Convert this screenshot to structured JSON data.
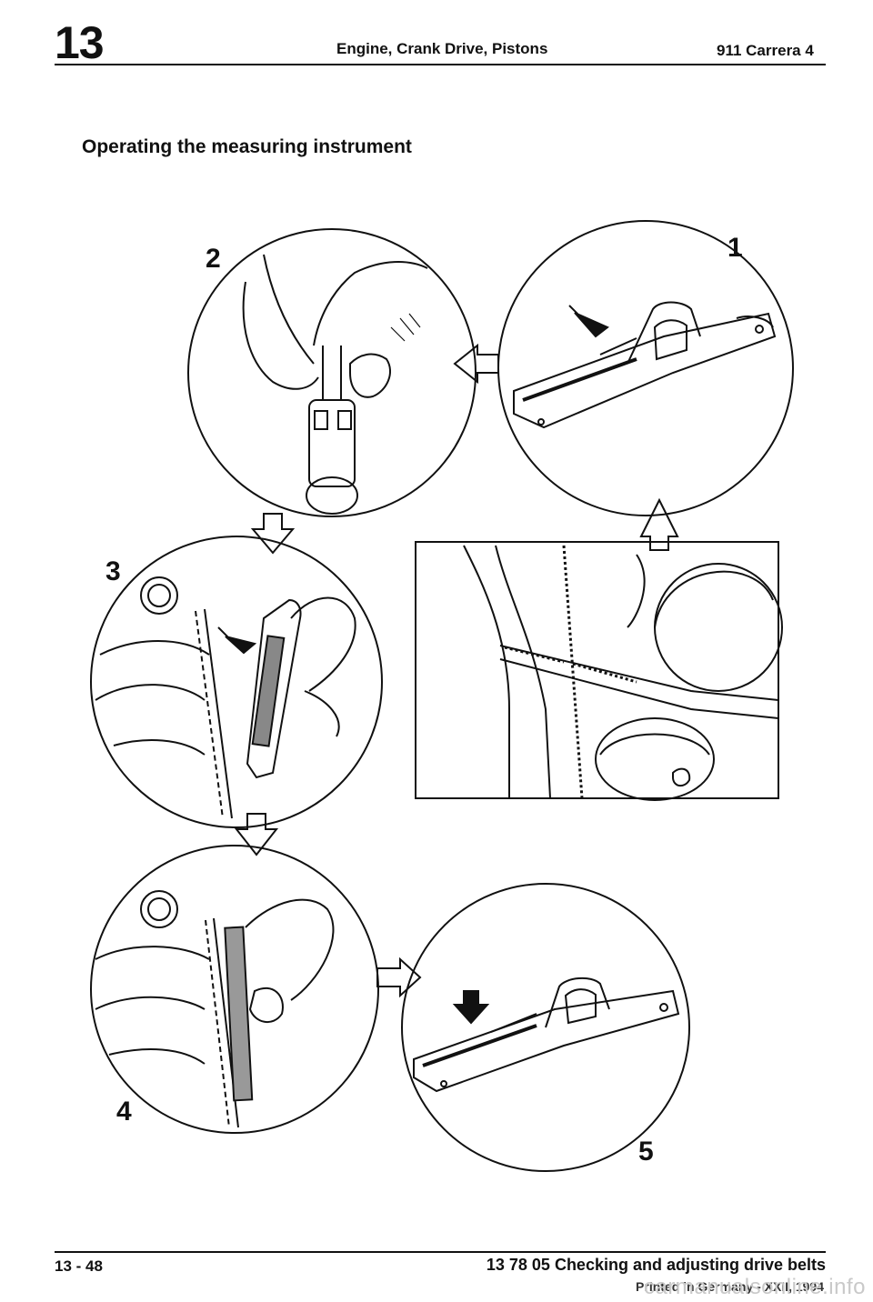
{
  "header": {
    "chapter": "13",
    "section": "Engine, Crank Drive, Pistons",
    "model": "911 Carrera 4"
  },
  "title": "Operating the measuring instrument",
  "figures": [
    {
      "label": "1"
    },
    {
      "label": "2"
    },
    {
      "label": "3"
    },
    {
      "label": "4"
    },
    {
      "label": "5"
    }
  ],
  "footer": {
    "page_number": "13 - 48",
    "title": "13 78 05 Checking and adjusting drive belts",
    "printed": "Printed in Germany - XXII, 1994"
  },
  "watermark": "carmanualsonline.info"
}
